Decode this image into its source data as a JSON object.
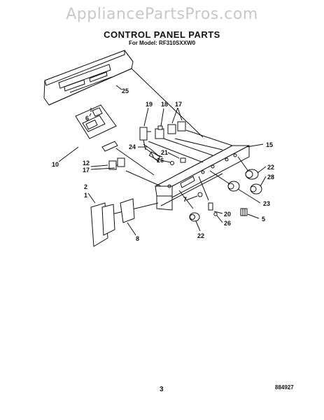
{
  "watermark": "AppliancePartsPros.com",
  "title": "CONTROL PANEL PARTS",
  "subtitle": "For Model: RF310SXXW0",
  "page_number": "3",
  "document_number": "884927",
  "callouts": {
    "c25": "25",
    "c6": "6",
    "c10": "10",
    "c19": "19",
    "c18": "18",
    "c17a": "17",
    "c15": "15",
    "c24": "24",
    "c21": "21",
    "c26a": "26",
    "c12": "12",
    "c17b": "17",
    "c22a": "22",
    "c28": "28",
    "c23": "23",
    "c2": "2",
    "c1": "1",
    "c8": "8",
    "c7": "7",
    "c20": "20",
    "c26b": "26",
    "c5": "5",
    "c22b": "22"
  }
}
